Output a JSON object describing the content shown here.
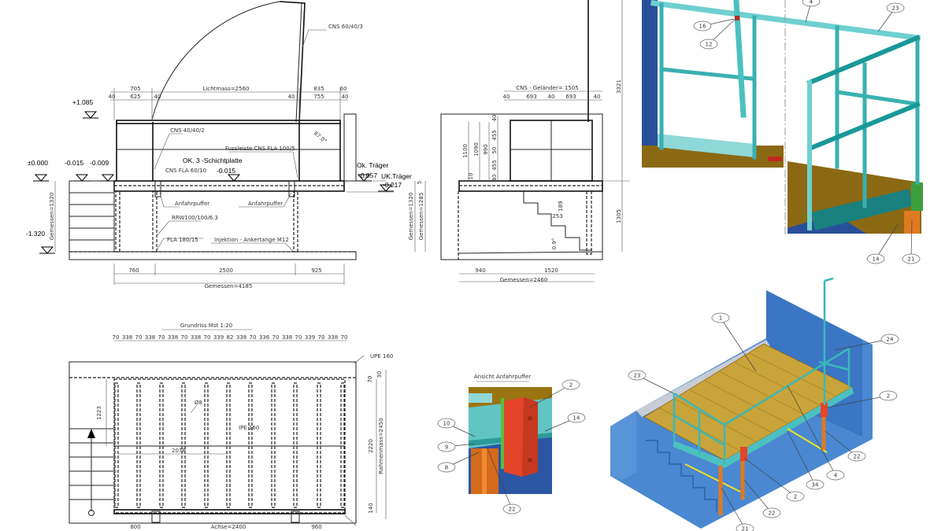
{
  "front_view": {
    "elevations": [
      "+1.085",
      "±0.000",
      "-0.015",
      "-0.009",
      "-0.015",
      "-0.057",
      "-0.217",
      "-1.320"
    ],
    "dims_top_row1": [
      "705",
      "Lichtmass=2560",
      "835",
      "60"
    ],
    "dims_top_row2": [
      "40",
      "625",
      "40",
      "40",
      "755",
      "40"
    ],
    "dims_bottom": [
      "760",
      "2500",
      "925"
    ],
    "total_width": "Gemessen=4185",
    "total_height": "Gemessen=1320",
    "labels": {
      "cns_60": "CNS 60/40/3",
      "cns_40": "CNS 40/40/2",
      "fussleiste": "Fussleiste CNS FLA 100/5",
      "ok_schichtplatte": "OK. 3 -Schichtplatte",
      "cns_fla": "CNS FLA 60/10",
      "anfahrpuffer_left": "Anfahrpuffer",
      "anfahrpuffer_right": "Anfahrpuffer",
      "rrw": "RRW100/100/6.3",
      "fla": "FLA 180/15",
      "injektion": "Injektion - Ankertange M12",
      "ok_traeger": "Ok. Träger",
      "uk_traeger": "UK.Träger",
      "angle": "87.0°"
    }
  },
  "side_view": {
    "gelaender": "CNS - Geländer= 1505",
    "dims_top": [
      "40",
      "693",
      "40",
      "693",
      "40"
    ],
    "dims_vertical": [
      "1100",
      "1090",
      "990",
      "455",
      "50",
      "455",
      "40",
      "10",
      "40",
      "5"
    ],
    "heights": [
      "Gemessen=1320",
      "Gemessen=1285"
    ],
    "right_dims": [
      "3321",
      "1305"
    ],
    "stair_dims": [
      "189",
      "253",
      "0.9°"
    ],
    "dims_bottom": [
      "940",
      "1520"
    ],
    "total_width": "Gemessen=2460"
  },
  "plan_view": {
    "title": "Grundriss Mst 1:20",
    "dims_top": [
      "70",
      "338",
      "70",
      "338",
      "70",
      "338",
      "70",
      "338",
      "70",
      "339",
      "82",
      "338",
      "70",
      "336",
      "70",
      "338",
      "70",
      "339",
      "70",
      "338",
      "70"
    ],
    "labels": {
      "upe": "UPE 160",
      "d8": "Ø8",
      "ipe": "IPE 160",
      "w2078": "2078",
      "h1223": "1223",
      "h2220": "2220",
      "rahmen": "Rahmenmass=2450",
      "d30": "30",
      "d70": "70",
      "d140": "140"
    },
    "dims_bottom": [
      "800",
      "Achse=2400",
      "960"
    ]
  },
  "detail_view": {
    "title": "Ansicht Anfahrpuffer",
    "callouts": [
      "2",
      "14",
      "10",
      "9",
      "8",
      "22"
    ]
  },
  "iso_top": {
    "callouts": [
      "16",
      "12",
      "4",
      "23",
      "14",
      "21"
    ]
  },
  "iso_bottom": {
    "callouts": [
      "1",
      "23",
      "24",
      "2",
      "22",
      "4",
      "34",
      "2",
      "22",
      "21"
    ]
  },
  "colors": {
    "wall_blue": "#3b7bc8",
    "rail_cyan": "#6fd0d0",
    "rail_teal": "#138484",
    "floor_brown": "#8b6914",
    "deck_yellow": "#c9a43a",
    "column_orange": "#e07a20",
    "buffer_red": "#e2452a",
    "plate_green": "#3e9e3e"
  }
}
